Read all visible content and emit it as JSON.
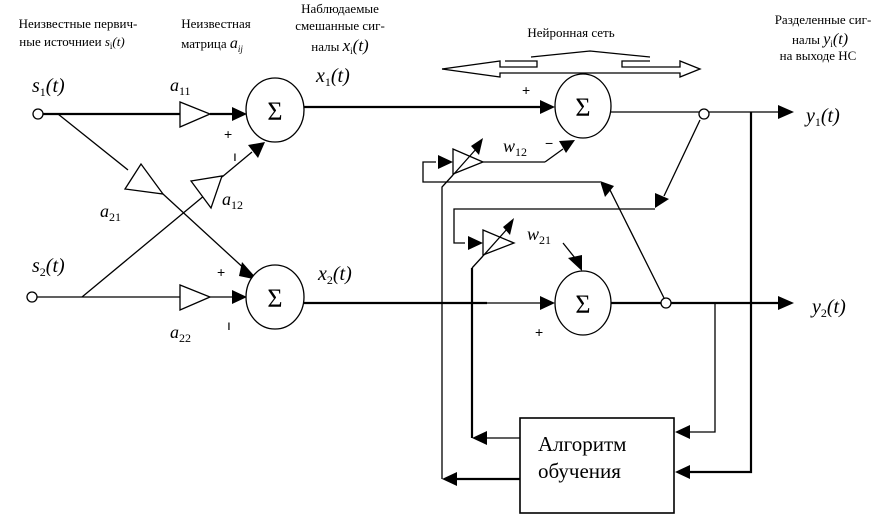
{
  "header_labels": {
    "sources_line1": "Неизвестные первич-",
    "sources_line2": "ные источниеи",
    "sources_sym": "s",
    "sources_sub": "i",
    "sources_arg": "(t)",
    "matrix_line1": "Неизвестная",
    "matrix_line2": "матрица",
    "matrix_sym": "a",
    "matrix_sub": "ij",
    "mixed_line1": "Наблюдаемые",
    "mixed_line2": "смешанные сиг-",
    "mixed_line3": "налы",
    "mixed_sym": "x",
    "mixed_sub": "i",
    "mixed_arg": "(t)",
    "network": "Нейронная сеть",
    "separated_line1": "Разделенные сиг-",
    "separated_line2": "налы",
    "separated_sym": "y",
    "separated_sub": "i",
    "separated_arg": "(t)",
    "separated_line3": "на выходе НС"
  },
  "signals": {
    "s1": {
      "sym": "s",
      "sub": "1",
      "arg": "(t)"
    },
    "s2": {
      "sym": "s",
      "sub": "2",
      "arg": "(t)"
    },
    "x1": {
      "sym": "x",
      "sub": "1",
      "arg": "(t)"
    },
    "x2": {
      "sym": "x",
      "sub": "2",
      "arg": "(t)"
    },
    "y1": {
      "sym": "y",
      "sub": "1",
      "arg": "(t)"
    },
    "y2": {
      "sym": "y",
      "sub": "2",
      "arg": "(t)"
    }
  },
  "gains": {
    "a11": {
      "sym": "a",
      "sub": "11"
    },
    "a12": {
      "sym": "a",
      "sub": "12"
    },
    "a21": {
      "sym": "a",
      "sub": "21"
    },
    "a22": {
      "sym": "a",
      "sub": "22"
    },
    "w12": {
      "sym": "w",
      "sub": "12"
    },
    "w21": {
      "sym": "w",
      "sub": "21"
    }
  },
  "summers": {
    "symbol": "Σ",
    "plus": "+",
    "minus": "−",
    "minus_alt": "ı"
  },
  "learning_block": {
    "line1": "Алгоритм",
    "line2": "обучения"
  }
}
